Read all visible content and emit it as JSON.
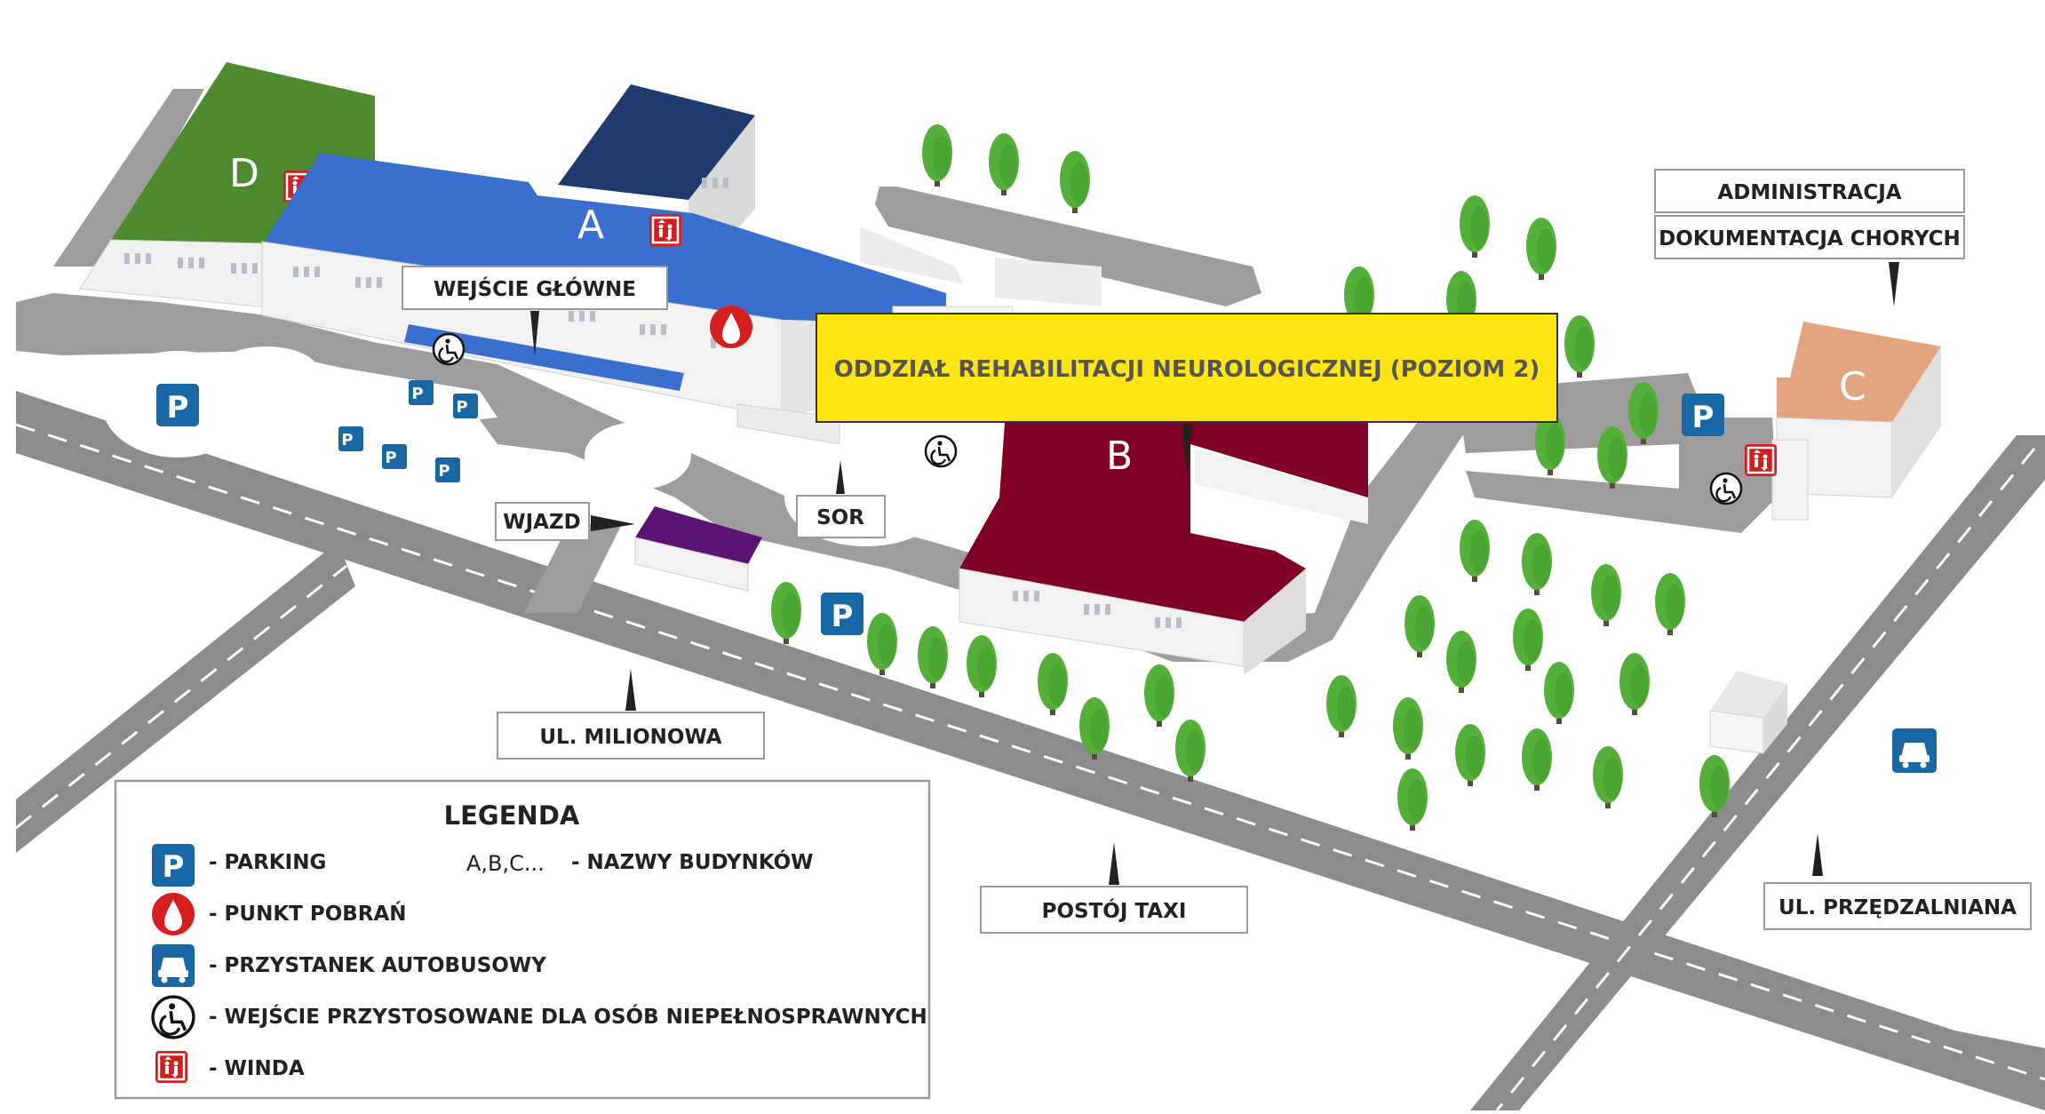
{
  "buildings": {
    "a": "A",
    "b": "B",
    "c": "C",
    "d": "D"
  },
  "labels": {
    "main_entrance": "WEJŚCIE GŁÓWNE",
    "entry": "WJAZD",
    "er": "SOR",
    "administration": "ADMINISTRACJA",
    "medical_records": "DOKUMENTACJA CHORYCH",
    "neuro_rehab": "ODDZIAŁ REHABILITACJI NEUROLOGICZNEJ (POZIOM 2)",
    "street_milionowa": "UL. MILIONOWA",
    "taxi": "POSTÓJ TAXI",
    "street_przedzalniana": "UL. PRZĘDZALNIANA"
  },
  "legend": {
    "title": "LEGENDA",
    "parking": "- PARKING",
    "building_names_sample": "A,B,C...",
    "building_names": "- NAZWY BUDYNKÓW",
    "blood_point": "- PUNKT POBRAŃ",
    "bus_stop": "- PRZYSTANEK AUTOBUSOWY",
    "accessible_entrance": "- WEJŚCIE PRZYSTOSOWANE DLA OSÓB NIEPEŁNOSPRAWNYCH",
    "elevator": "- WINDA"
  },
  "icons": {
    "parking_letter": "P",
    "parking_small_letter": "P"
  },
  "colors": {
    "road": "#8c8c8c",
    "road_light": "#9d9d9d",
    "building_a": "#3a6fd0",
    "building_a_dark": "#1f3a6c",
    "building_b": "#7e0024",
    "building_c": "#e2a37f",
    "building_d": "#4e8a2e",
    "small_purple": "#5c1474",
    "parking": "#1a67a6",
    "blood": "#d71e1e",
    "elevator": "#cf1f1f",
    "tree": "#55b03a",
    "highlight": "#ffe514"
  }
}
